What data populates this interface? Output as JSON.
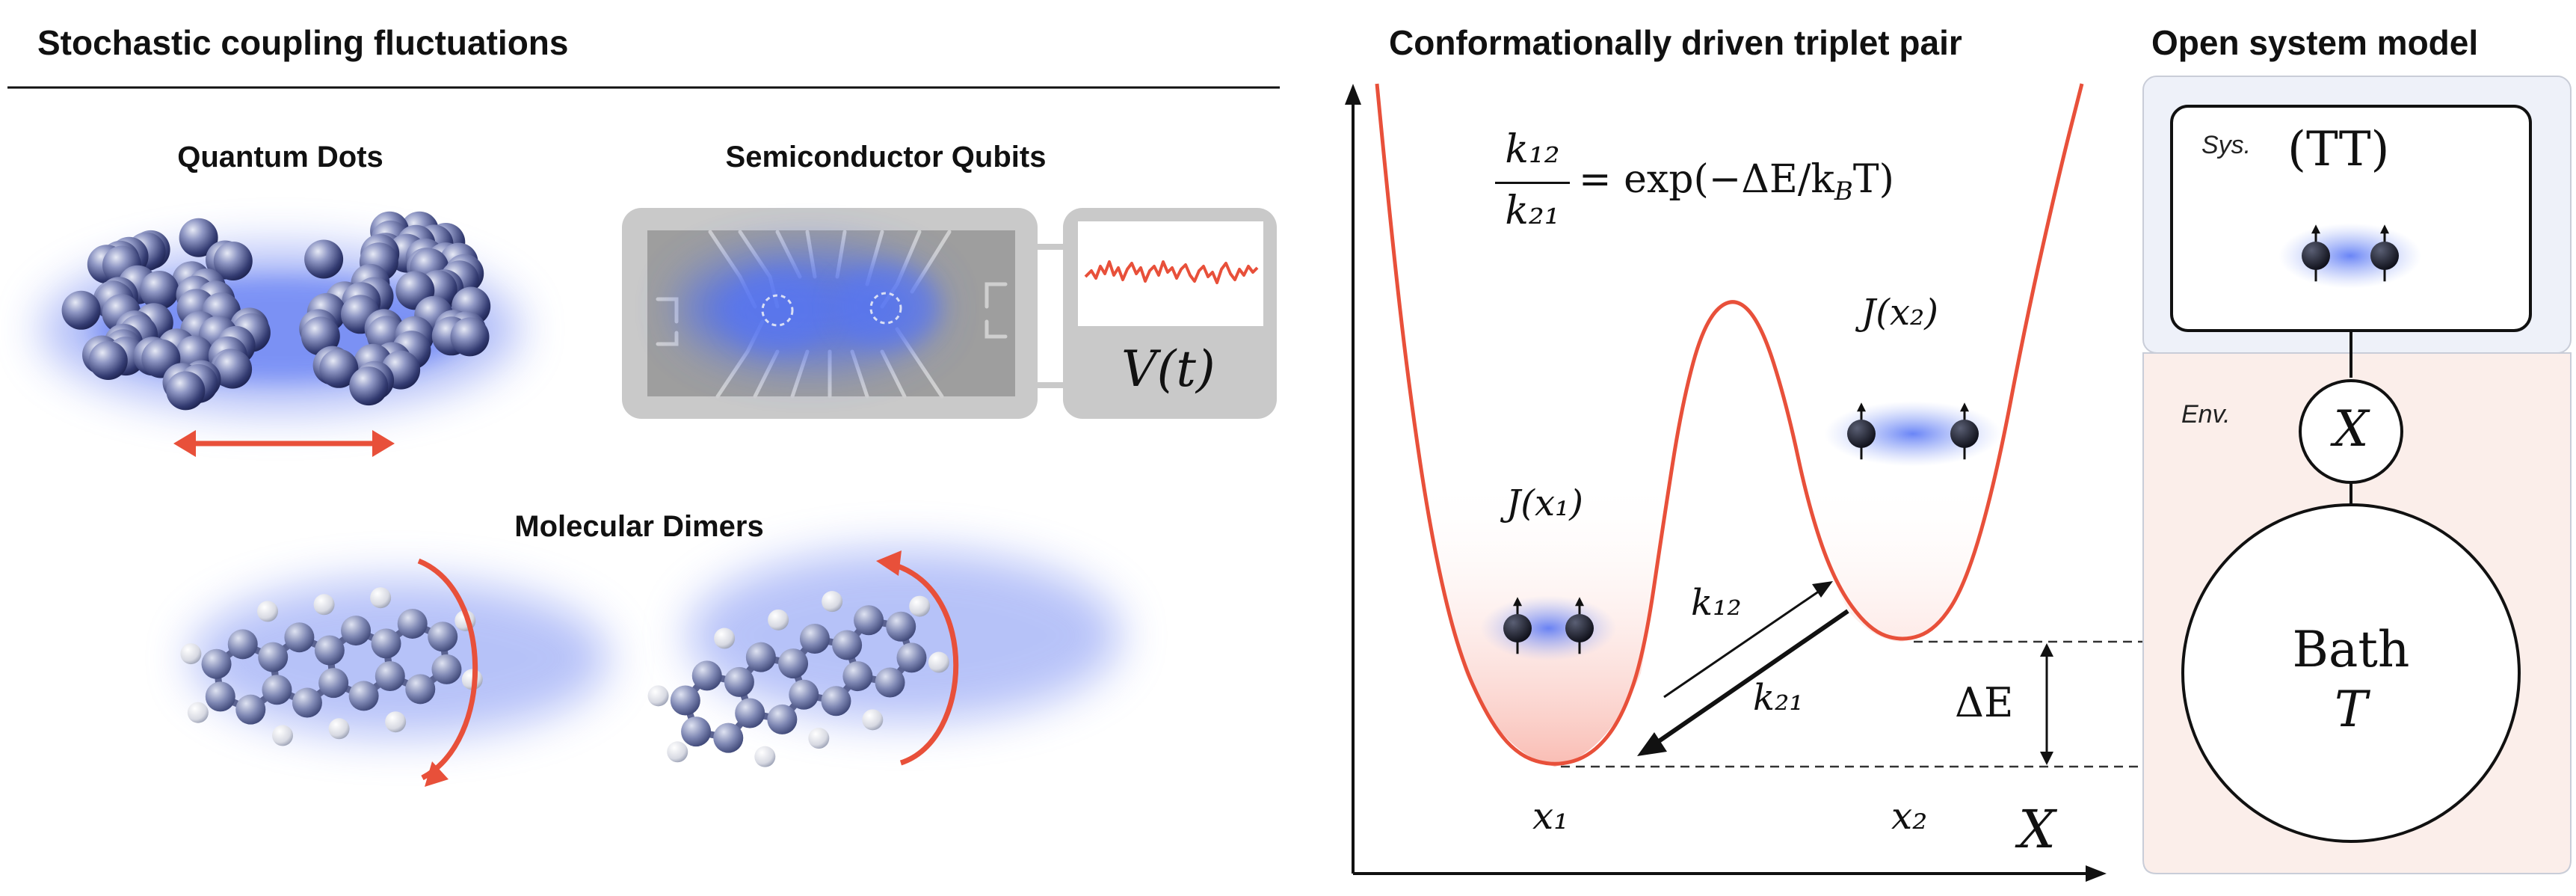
{
  "headers": {
    "left": "Stochastic coupling fluctuations",
    "middle": "Conformationally driven triplet pair",
    "right": "Open system model"
  },
  "subtitles": {
    "quantum_dots": "Quantum Dots",
    "semiconductor_qubits": "Semiconductor Qubits",
    "molecular_dimers": "Molecular Dimers"
  },
  "qubit_voltage_label": "V(t)",
  "landscape": {
    "rate_eq_lhs_num": "k₁₂",
    "rate_eq_lhs_den": "k₂₁",
    "rate_eq_rhs": "= exp(−ΔE/k",
    "rate_eq_rhs_sub": "B",
    "rate_eq_rhs_end": "T)",
    "J_x1": "J(x₁)",
    "J_x2": "J(x₂)",
    "k12": "k₁₂",
    "k21": "k₂₁",
    "delta_E": "ΔE",
    "x1": "x₁",
    "x2": "x₂",
    "X_axis": "X"
  },
  "open_system": {
    "sys_label": "Sys.",
    "sys_name": "(TT)",
    "env_label": "Env.",
    "env_node": "X",
    "bath_label": "Bath",
    "bath_temp": "T"
  },
  "colors": {
    "accent_red": "#e8503a",
    "glow_blue": "#5b7bf0",
    "sphere_dark": "#2c3468",
    "sys_panel_bg": "#eef1f9",
    "env_panel_bg": "#fbeeea"
  }
}
